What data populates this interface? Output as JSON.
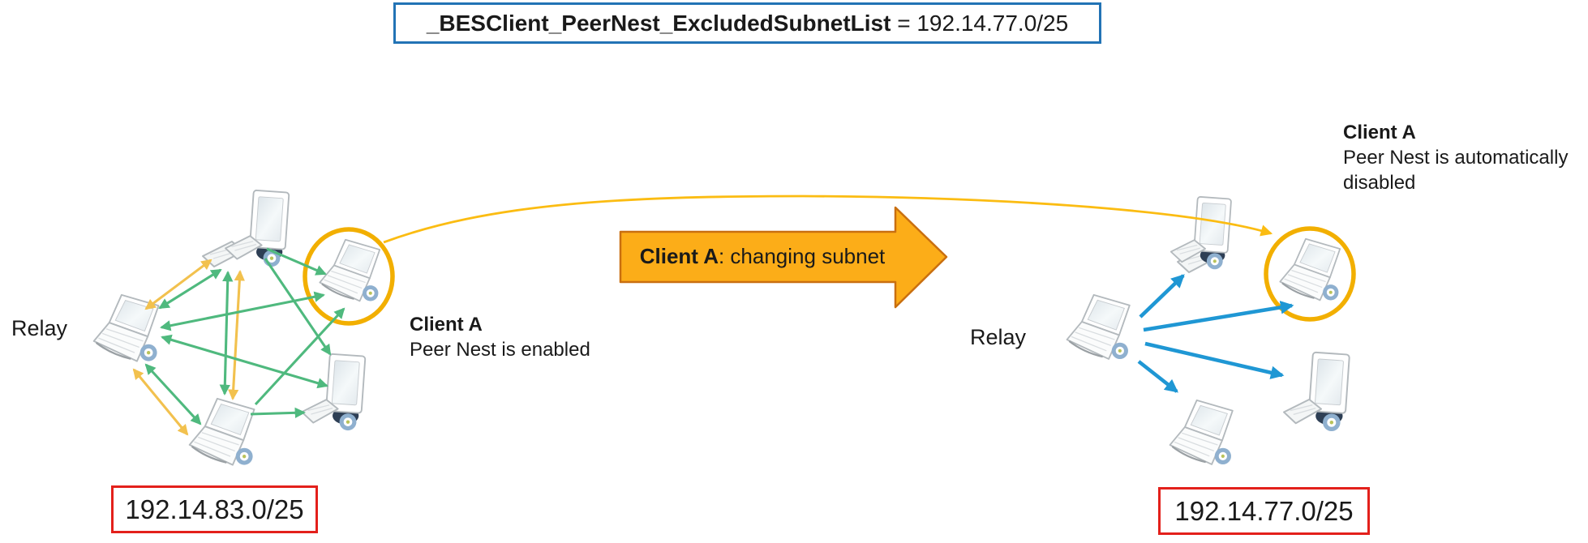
{
  "header": {
    "setting_name": "_BESClient_PeerNest_ExcludedSubnetList",
    "setting_value": " = 192.14.77.0/25"
  },
  "left_cluster": {
    "relay_label": "Relay",
    "client_title": "Client A",
    "client_status": "Peer Nest is enabled",
    "subnet": "192.14.83.0/25"
  },
  "transition": {
    "label_bold": "Client A",
    "label_rest": ": changing subnet"
  },
  "right_cluster": {
    "relay_label": "Relay",
    "client_title": "Client A",
    "client_status_line1": "Peer Nest is automatically",
    "client_status_line2": "disabled",
    "subnet": "192.14.77.0/25"
  },
  "icons": {
    "laptop": "laptop-icon",
    "workstation": "workstation-icon",
    "keyboard": "keyboard-icon"
  },
  "colors": {
    "green": "#4FB97E",
    "yellow": "#F2C14E",
    "blue": "#1F97D4",
    "gold": "#F2AF00",
    "gold_curve": "#FBBC12",
    "red": "#E3201B",
    "blue_border": "#2273B5",
    "orange_fill": "#FCAD18",
    "orange_stroke": "#C96F10"
  }
}
